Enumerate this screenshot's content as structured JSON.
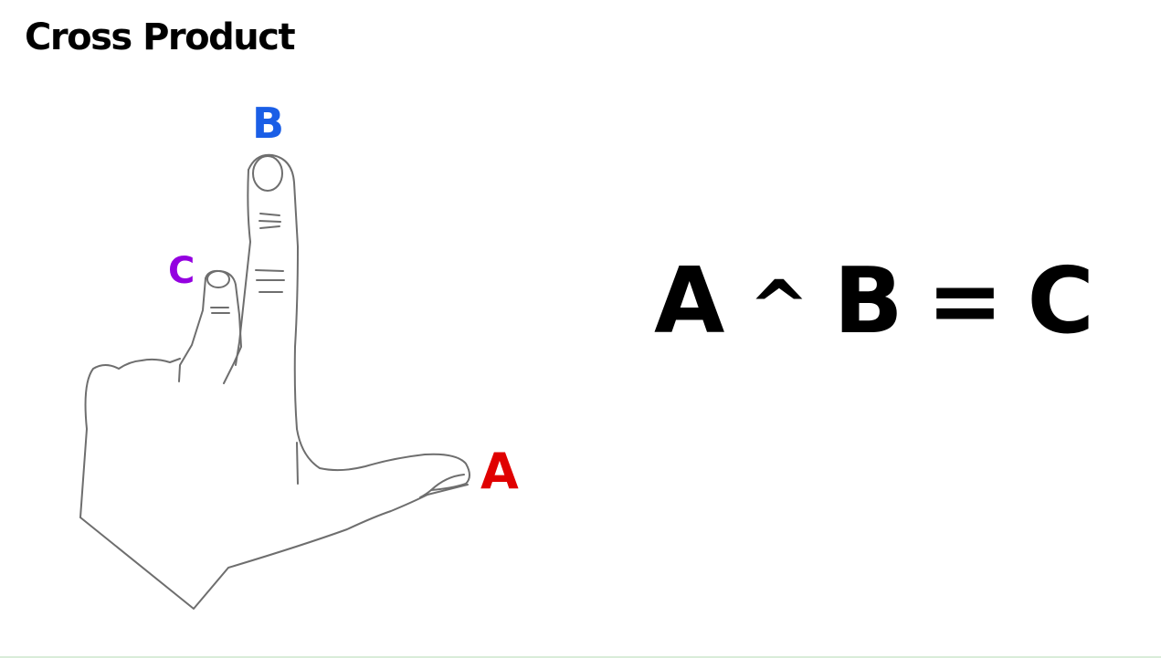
{
  "slide": {
    "title": "Cross Product"
  },
  "diagram": {
    "labels": {
      "a": {
        "text": "A",
        "color": "#e00000"
      },
      "b": {
        "text": "B",
        "color": "#1a5ee6"
      },
      "c": {
        "text": "C",
        "color": "#9400e0"
      }
    },
    "hand_icon": "right-hand-rule-outline"
  },
  "equation": {
    "left": "A",
    "operator": "^",
    "right": "B",
    "equals": "=",
    "result": "C"
  }
}
